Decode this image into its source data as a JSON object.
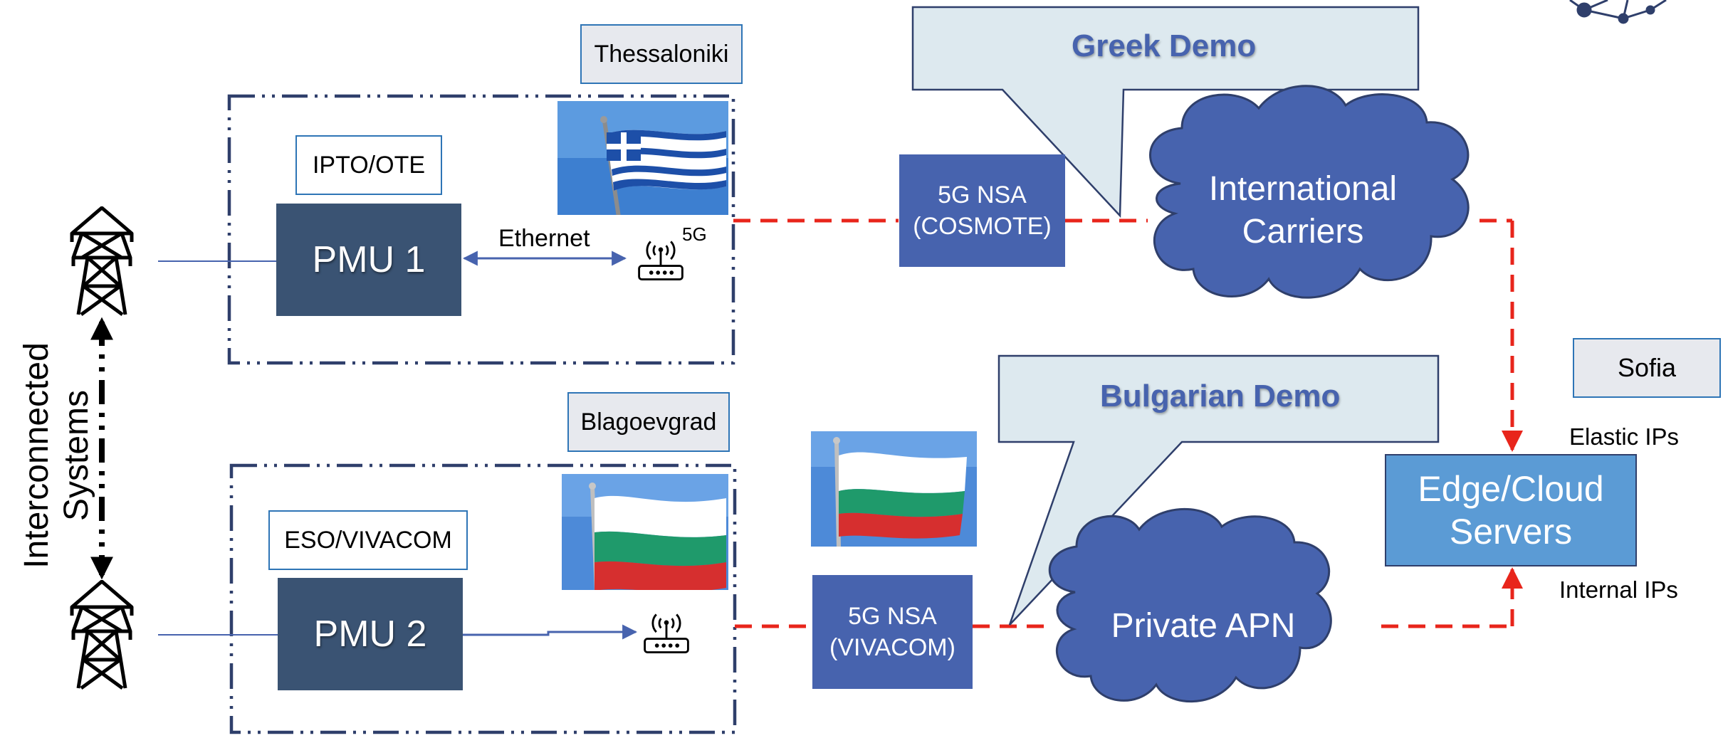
{
  "greek_section": {
    "city": "Thessaloniki",
    "operator": "IPTO/OTE",
    "pmu": "PMU 1",
    "link_label": "Ethernet",
    "router_tag": "5G",
    "network": {
      "line1": "5G NSA",
      "line2": "(COSMOTE)"
    },
    "callout": "Greek Demo",
    "carrier_cloud": {
      "line1": "International",
      "line2": "Carriers"
    },
    "flag": "greece-flag-photo"
  },
  "bulgarian_section": {
    "city": "Blagoevgrad",
    "operator": "ESO/VIVACOM",
    "pmu": "PMU 2",
    "network": {
      "line1": "5G NSA",
      "line2": "(VIVACOM)"
    },
    "callout": "Bulgarian Demo",
    "apn_cloud": "Private APN",
    "flag": "bulgaria-flag-photo"
  },
  "sofia": {
    "city": "Sofia",
    "servers": {
      "line1": "Edge/Cloud",
      "line2": "Servers"
    },
    "elastic_label": "Elastic IPs",
    "internal_label": "Internal IPs"
  },
  "left_side": {
    "label_line1": "Interconnected",
    "label_line2": "Systems",
    "icon": "transmission-tower-icon"
  },
  "colors": {
    "pmu_fill": "#3a5373",
    "network_fill": "#4763ae",
    "cloud_fill": "#4763ae",
    "server_fill": "#5b9bd5",
    "callout_fill": "#dde9ef",
    "dashed_link": "#e8251b",
    "site_border": "#2f3f6b",
    "label_border": "#2e75b6"
  }
}
